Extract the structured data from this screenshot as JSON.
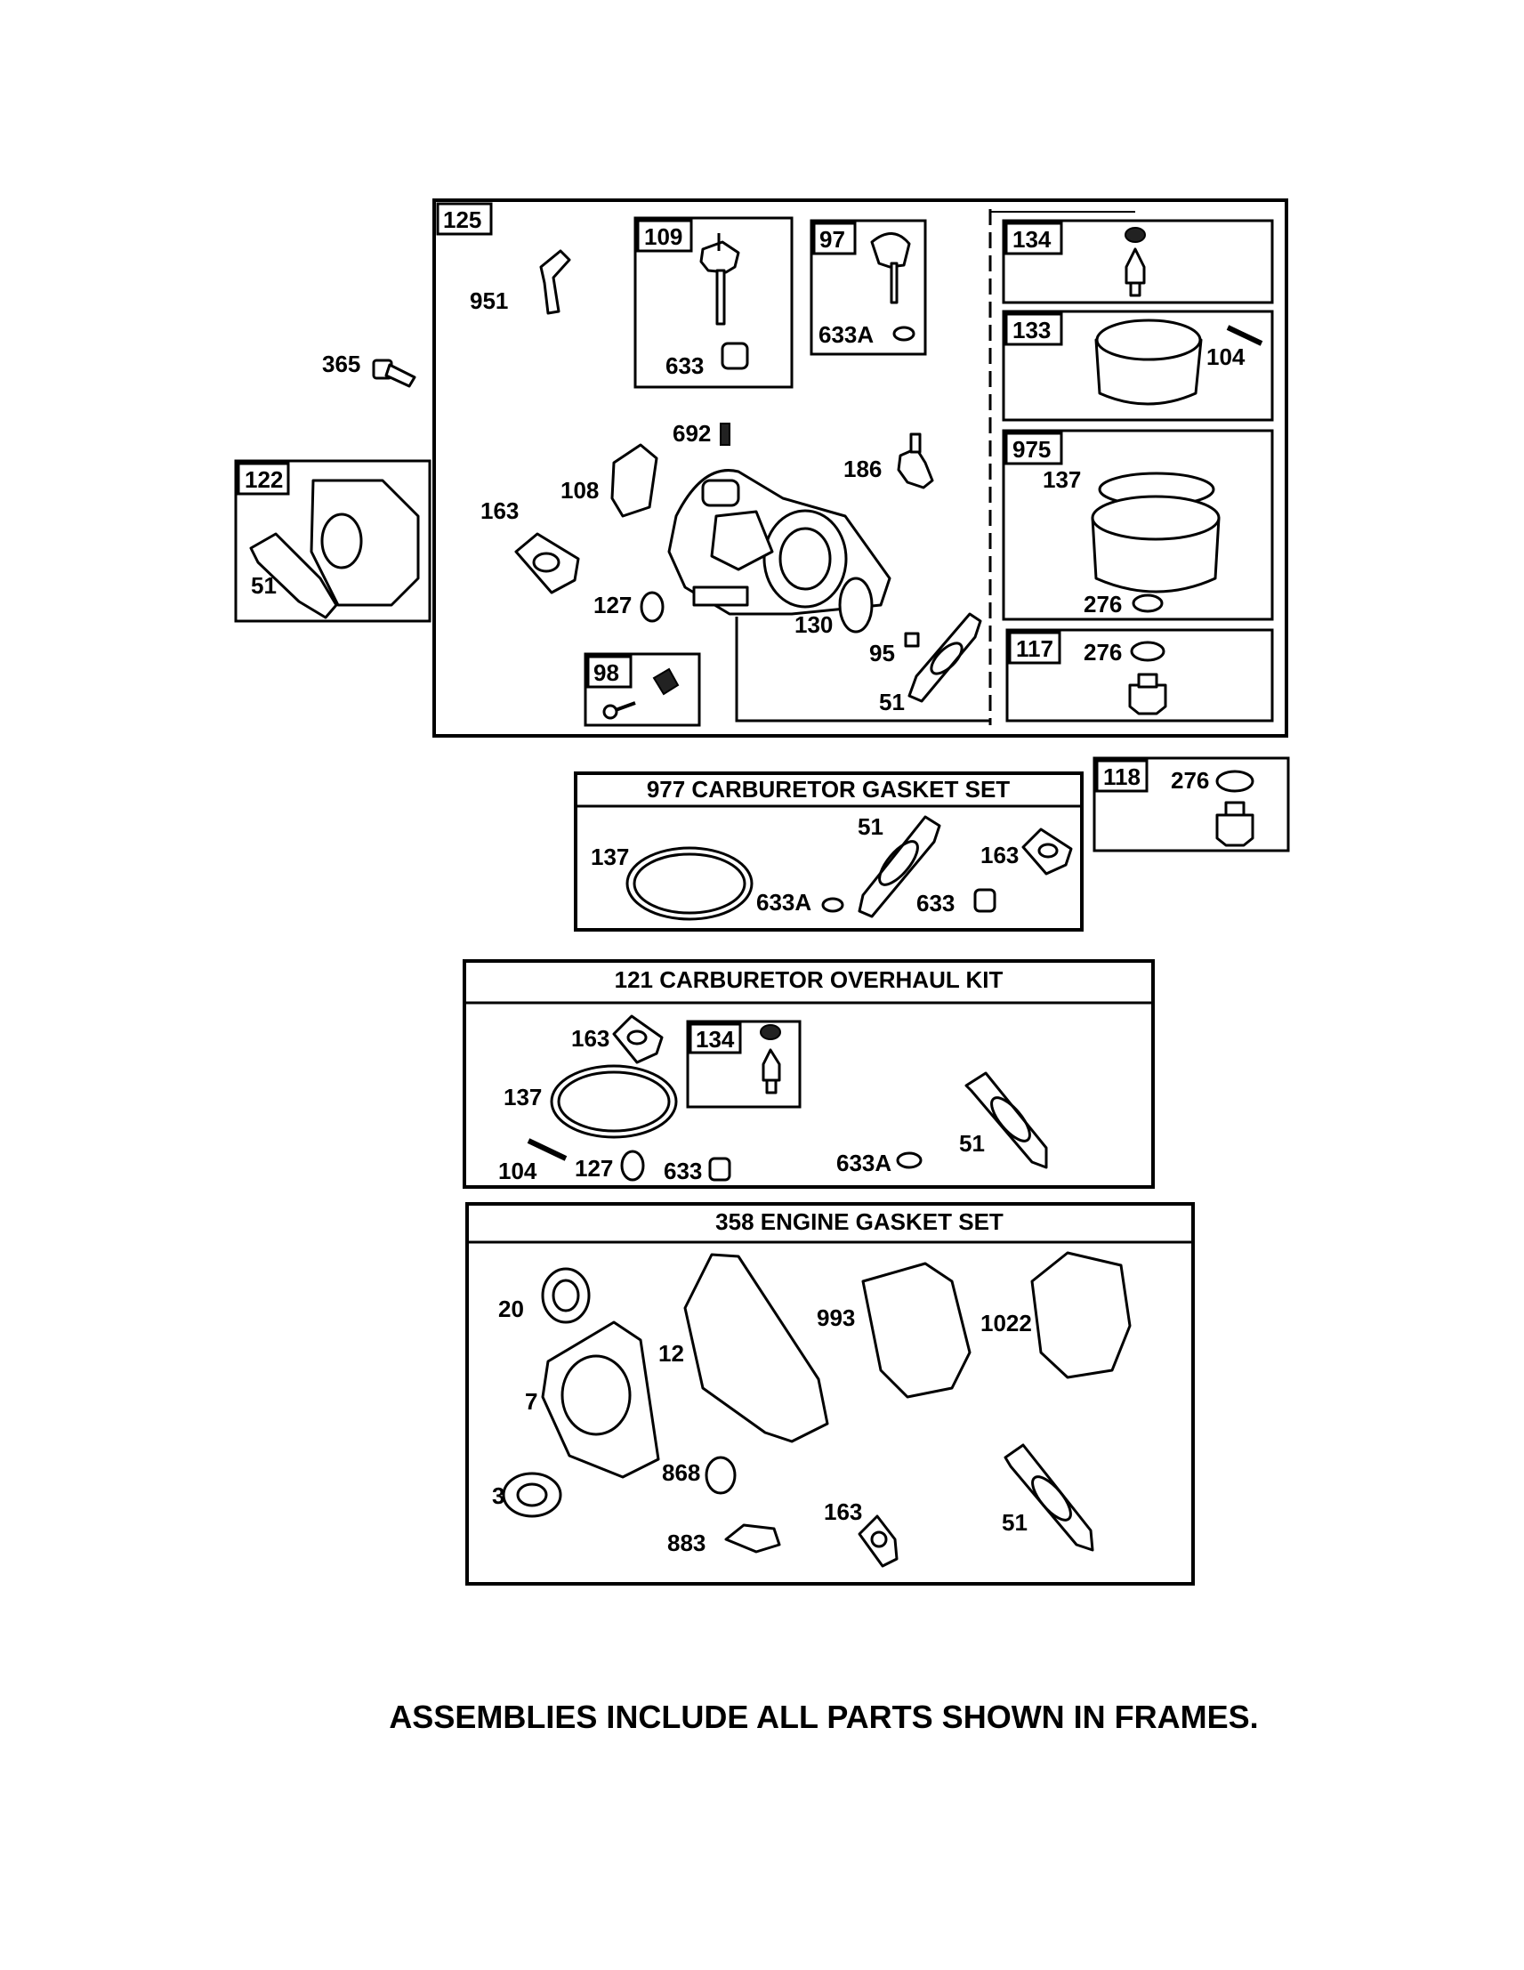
{
  "main_assembly": {
    "number": "125",
    "parts": [
      "951",
      "633",
      "633A",
      "692",
      "108",
      "186",
      "163",
      "127",
      "130",
      "95",
      "51"
    ],
    "sub_frames": {
      "f109": {
        "number": "109",
        "parts": [
          "633"
        ]
      },
      "f97": {
        "number": "97",
        "parts": [
          "633A"
        ]
      },
      "f98": {
        "number": "98"
      },
      "f134": {
        "number": "134"
      },
      "f133": {
        "number": "133",
        "parts": [
          "104"
        ]
      },
      "f975": {
        "number": "975",
        "parts": [
          "137",
          "276"
        ]
      },
      "f117": {
        "number": "117",
        "parts": [
          "276"
        ]
      }
    }
  },
  "standalone": {
    "bolt": "365",
    "frame122": {
      "number": "122",
      "parts": [
        "51"
      ]
    },
    "frame118": {
      "number": "118",
      "parts": [
        "276"
      ]
    }
  },
  "gasket_set": {
    "title": "977 CARBURETOR  GASKET SET",
    "parts": [
      "137",
      "51",
      "163",
      "633A",
      "633"
    ]
  },
  "overhaul_kit": {
    "title": "121 CARBURETOR OVERHAUL KIT",
    "frame_number": "134",
    "parts": [
      "163",
      "137",
      "104",
      "127",
      "633",
      "633A",
      "51"
    ]
  },
  "engine_gasket_set": {
    "title": "358 ENGINE GASKET SET",
    "parts": [
      "20",
      "7",
      "12",
      "993",
      "1022",
      "3",
      "868",
      "883",
      "163",
      "51"
    ]
  },
  "footer_note": "ASSEMBLIES INCLUDE ALL PARTS SHOWN IN FRAMES."
}
